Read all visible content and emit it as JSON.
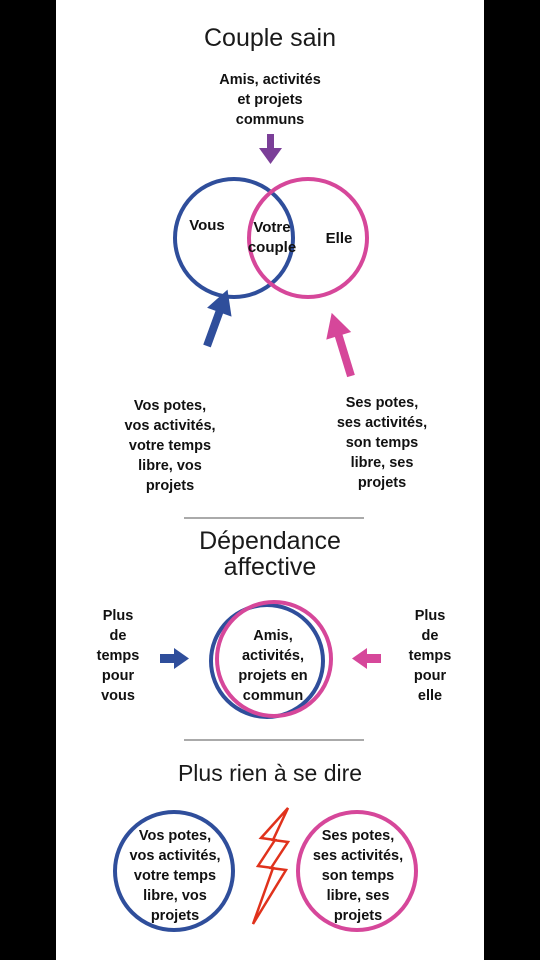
{
  "colors": {
    "blue": "#2f4e9b",
    "pink": "#d6479a",
    "purple": "#7b3f98",
    "red": "#e0321c",
    "background": "#ffffff",
    "frame": "#000000"
  },
  "couple_sain": {
    "title": "Couple sain",
    "shared_label": "Amis, activités\net projets\ncommuns",
    "left_circle": "Vous",
    "center": "Votre\ncouple",
    "right_circle": "Elle",
    "left_caption": "Vos potes,\nvos activités,\nvotre temps\nlibre, vos\nprojets",
    "right_caption": "Ses potes,\nses activités,\nson temps\nlibre, ses\nprojets"
  },
  "dependance": {
    "title_line1": "Dépendance",
    "title_line2": "affective",
    "left_label": "Plus\nde\ntemps\npour\nvous",
    "center": "Amis,\nactivités,\nprojets en\ncommun",
    "right_label": "Plus\nde\ntemps\npour\nelle"
  },
  "plus_rien": {
    "title": "Plus rien à se dire",
    "left_circle": "Vos potes,\nvos activités,\nvotre temps\nlibre, vos\nprojets",
    "right_circle": "Ses potes,\nses activités,\nson temps\nlibre, ses\nprojets"
  }
}
